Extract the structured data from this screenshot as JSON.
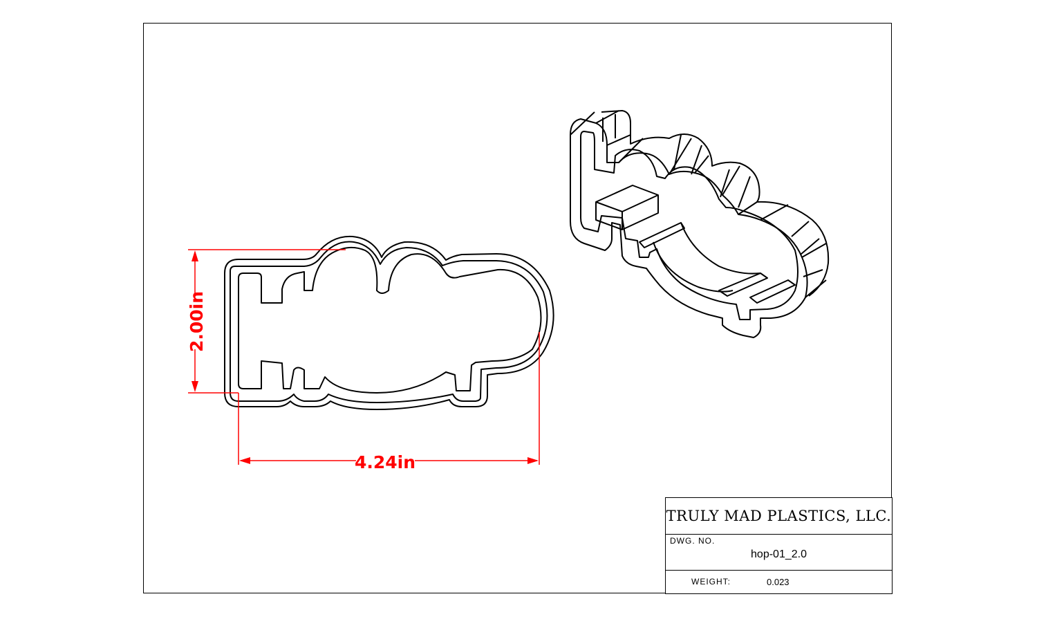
{
  "title_block": {
    "company": "TRULY MAD PLASTICS, LLC.",
    "dwg_no_label": "DWG. NO.",
    "dwg_no": "hop-01_2.0",
    "weight_label": "WEIGHT:",
    "weight_value": "0.023"
  },
  "dimensions": {
    "height": "2.00in",
    "width": "4.24in"
  },
  "colors": {
    "dimension": "#ff0000",
    "outline": "#000000"
  }
}
